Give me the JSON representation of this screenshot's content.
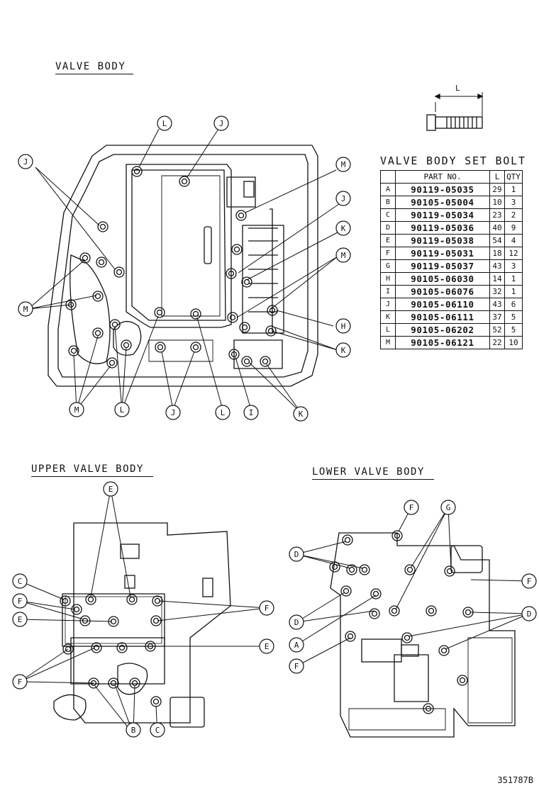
{
  "headings": {
    "valve_body": "VALVE BODY",
    "upper_valve_body": "UPPER VALVE BODY",
    "lower_valve_body": "LOWER VALVE BODY"
  },
  "bolt_icon_label": "L",
  "table": {
    "title": "VALVE BODY SET BOLT",
    "headers": {
      "index": "",
      "part_no": "PART NO.",
      "length": "L",
      "qty": "QTY"
    },
    "rows": [
      {
        "index": "A",
        "part_no": "90119-05035",
        "length": "29",
        "qty": "1"
      },
      {
        "index": "B",
        "part_no": "90105-05004",
        "length": "10",
        "qty": "3"
      },
      {
        "index": "C",
        "part_no": "90119-05034",
        "length": "23",
        "qty": "2"
      },
      {
        "index": "D",
        "part_no": "90119-05036",
        "length": "40",
        "qty": "9"
      },
      {
        "index": "E",
        "part_no": "90119-05038",
        "length": "54",
        "qty": "4"
      },
      {
        "index": "F",
        "part_no": "90119-05031",
        "length": "18",
        "qty": "12"
      },
      {
        "index": "G",
        "part_no": "90119-05037",
        "length": "43",
        "qty": "3"
      },
      {
        "index": "H",
        "part_no": "90105-06030",
        "length": "14",
        "qty": "1"
      },
      {
        "index": "I",
        "part_no": "90105-06076",
        "length": "32",
        "qty": "1"
      },
      {
        "index": "J",
        "part_no": "90105-06110",
        "length": "43",
        "qty": "6"
      },
      {
        "index": "K",
        "part_no": "90105-06111",
        "length": "37",
        "qty": "5"
      },
      {
        "index": "L",
        "part_no": "90105-06202",
        "length": "52",
        "qty": "5"
      },
      {
        "index": "M",
        "part_no": "90105-06121",
        "length": "22",
        "qty": "10"
      }
    ]
  },
  "callouts": {
    "valve_body": [
      "L",
      "J",
      "J",
      "M",
      "J",
      "K",
      "M",
      "M",
      "H",
      "K",
      "M",
      "L",
      "J",
      "L",
      "I",
      "K"
    ],
    "upper_valve_body": [
      "E",
      "C",
      "F",
      "E",
      "F",
      "E",
      "F",
      "B",
      "C"
    ],
    "lower_valve_body": [
      "F",
      "G",
      "D",
      "F",
      "D",
      "A",
      "F",
      "D"
    ]
  },
  "figure_ref": "351787B"
}
